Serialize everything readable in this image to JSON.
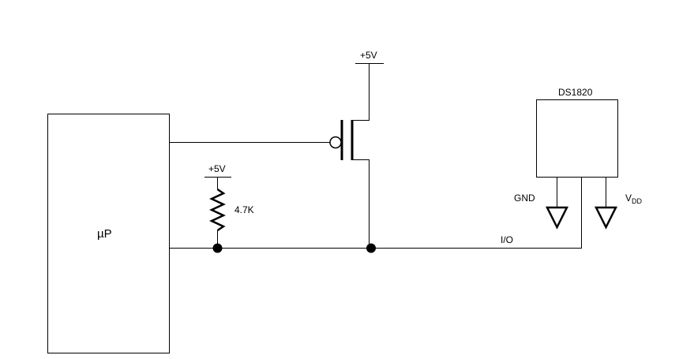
{
  "labels": {
    "microprocessor": "µP",
    "supply_mosfet": "+5V",
    "supply_pullup": "+5V",
    "resistor_value": "4.7K",
    "io_line": "I/O",
    "sensor_name": "DS1820",
    "gnd_pin": "GND",
    "vdd_pin_main": "V",
    "vdd_pin_sub": "DD"
  }
}
